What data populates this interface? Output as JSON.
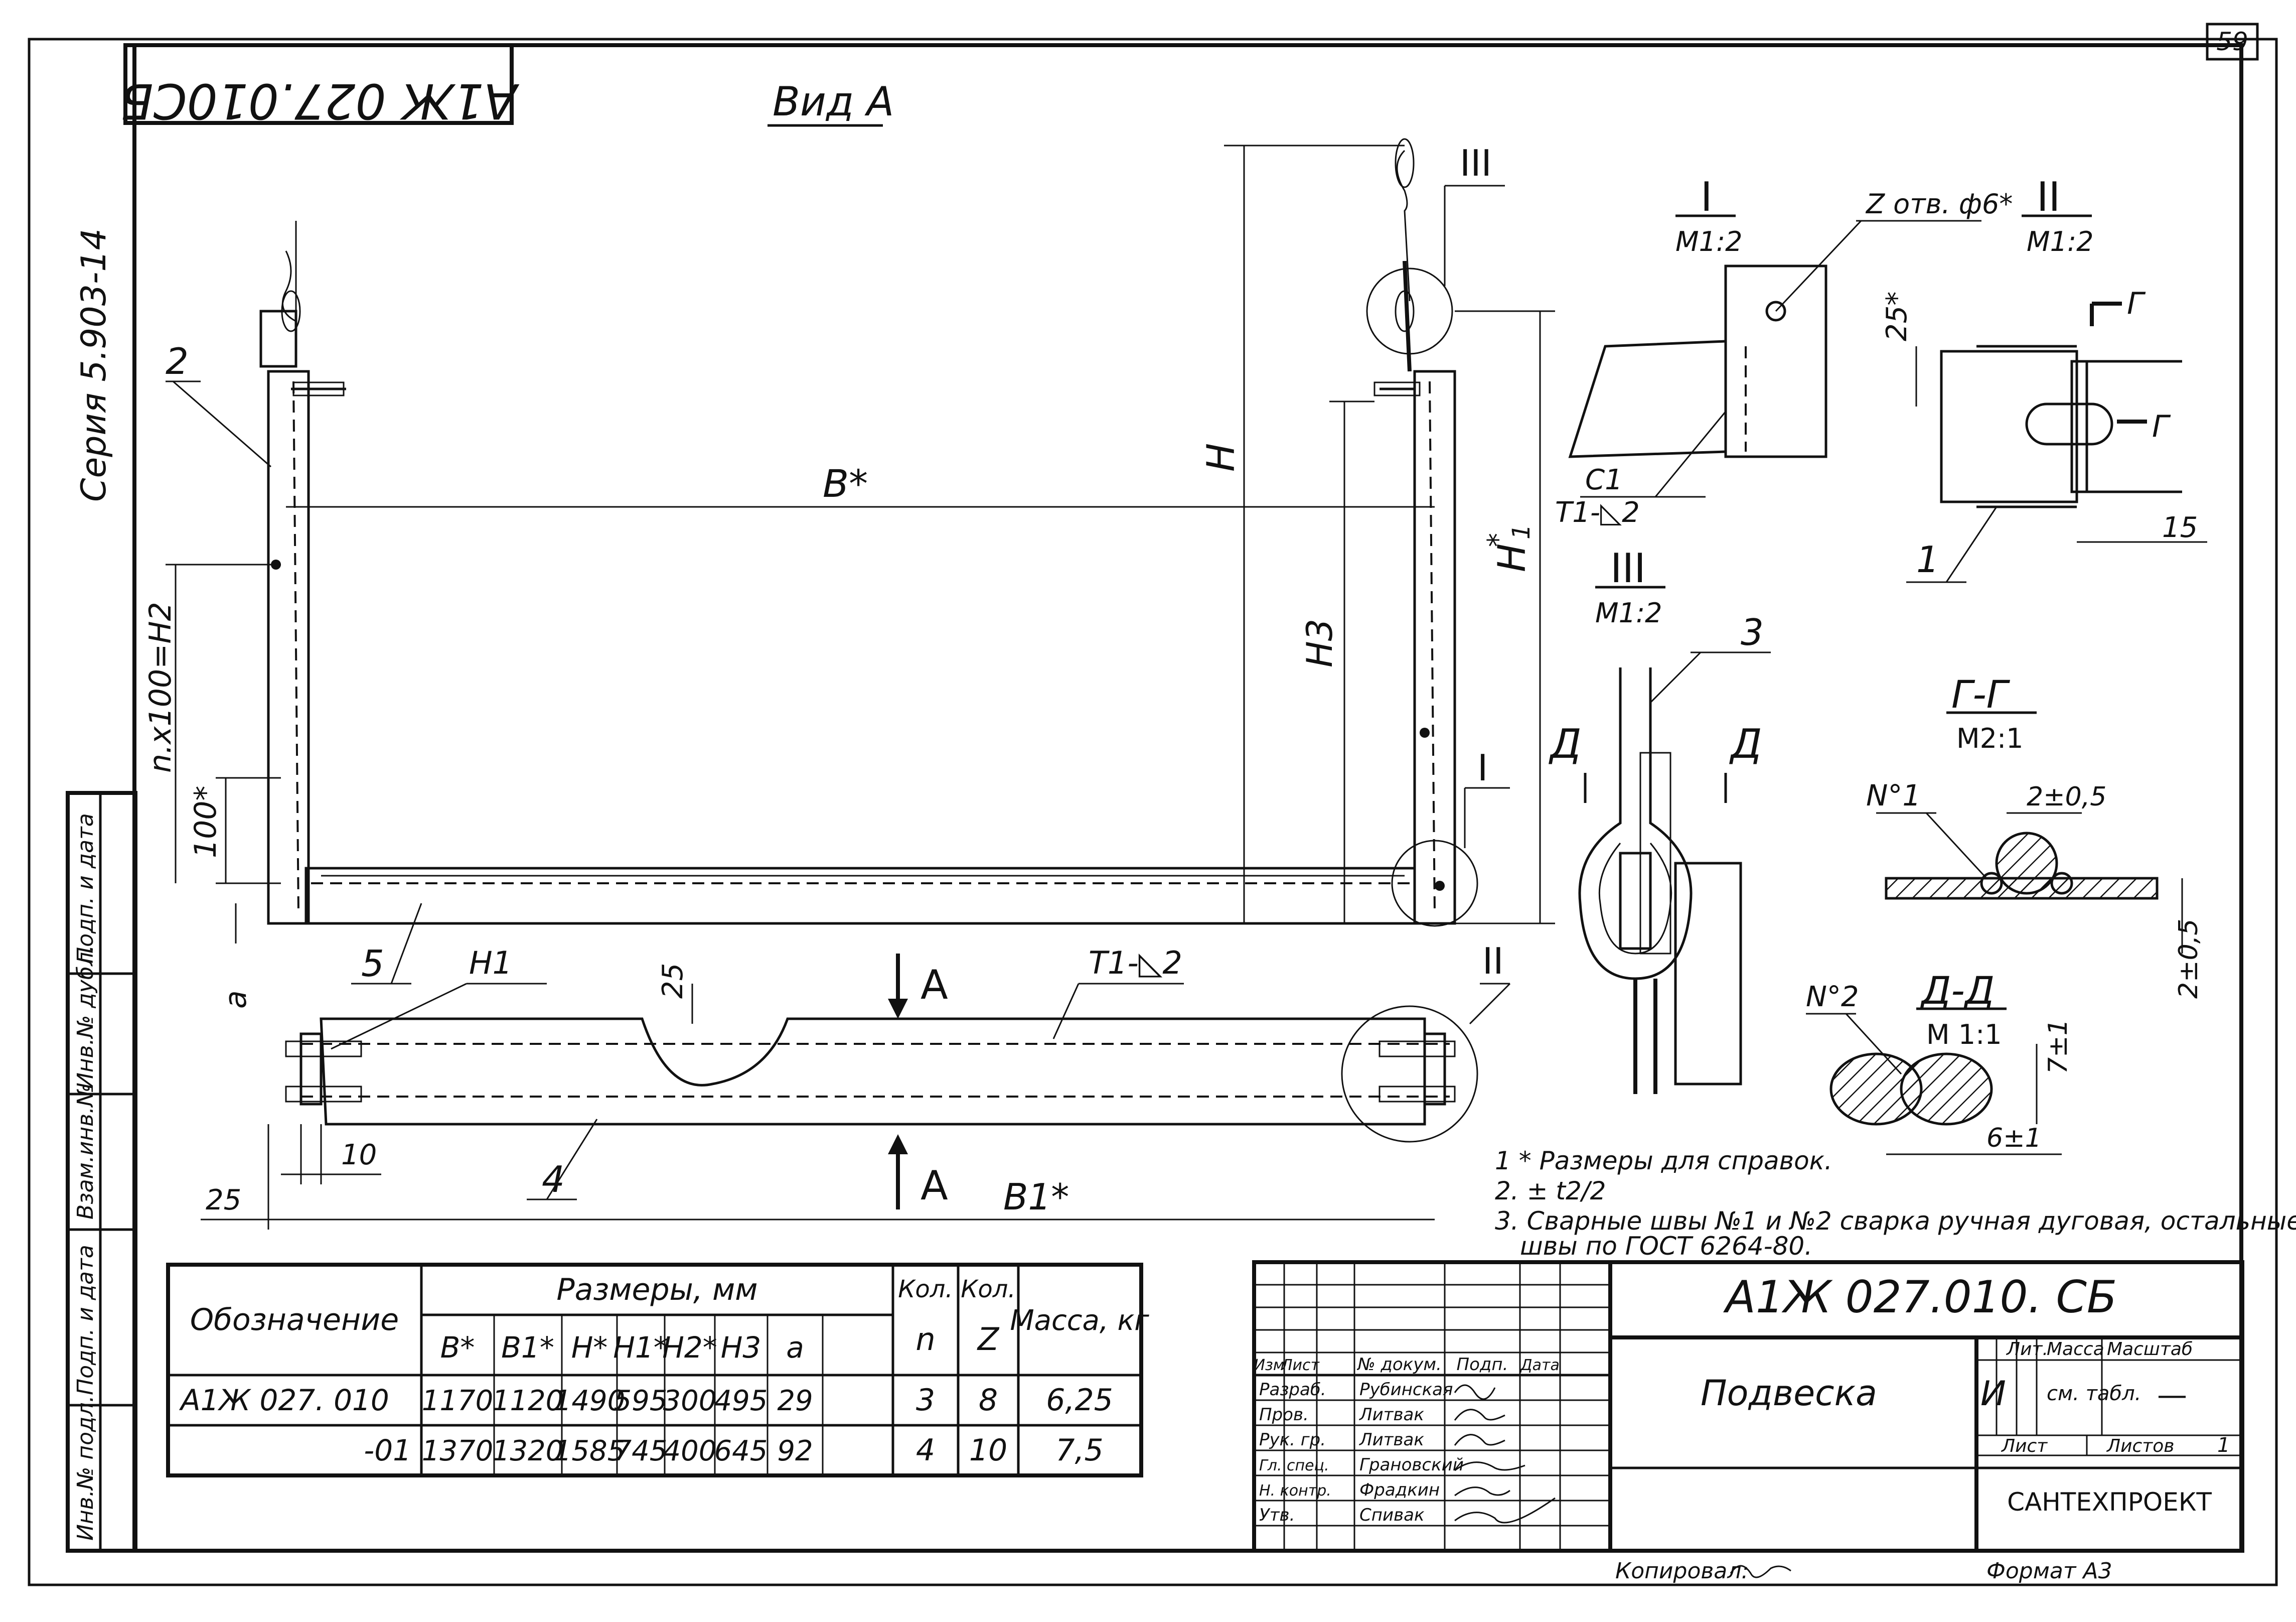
{
  "sheet_number": "59",
  "stamp_code": "А1Ж 027.010СБ",
  "series_label": "Серия 5.903-14",
  "view_a_title": "Вид А",
  "labels": {
    "H": "Н",
    "H1": "Н",
    "H1_sup": "*",
    "H1_sub": "1",
    "H3": "Н3",
    "B_star": "В*",
    "n100": "n.x100=H2",
    "s100": "100*",
    "a": "а",
    "pos1": "1",
    "pos2": "2",
    "pos3": "3",
    "pos4": "4",
    "pos5": "5",
    "roman1": "I",
    "roman2": "II",
    "roman3": "III",
    "section_A": "А",
    "dim25": "25",
    "dim10": "10",
    "dim25b": "25",
    "B1": "B1*",
    "weld_T1": "Т1-◺2",
    "weld_H1": "Н1",
    "det1_title": "I",
    "det1_scale": "М1:2",
    "det1_holes": "Z отв. ф6*",
    "det1_c1": "С1",
    "det1_weld": "Т1-◺2",
    "det2_title": "II",
    "det2_scale": "М1:2",
    "det2_25": "25*",
    "det2_15": "15",
    "det2_G": "Г",
    "det2_G2": "Г",
    "det3_title": "III",
    "det3_scale": "М1:2",
    "det3_D": "Д",
    "det3_D2": "Д",
    "secG_title": "Г-Г",
    "secG_scale": "М2:1",
    "secG_N1": "N°1",
    "secG_dim1": "2±0,5",
    "secG_dim2": "2±0,5",
    "secD_title": "Д-Д",
    "secD_scale": "М 1:1",
    "secD_N2": "N°2",
    "secD_dim1": "7±1",
    "secD_dim2": "6±1"
  },
  "notes": [
    "1 * Размеры для справок.",
    "2. ± t2/2",
    "3. Сварные швы №1 и №2 сварка ручная дуговая, остальные",
    "швы по ГОСТ 6264-80."
  ],
  "table": {
    "designation_header": "Обозначение",
    "dims_header": "Размеры, мм",
    "col_headers": [
      "В*",
      "В1*",
      "Н*",
      "Н1*",
      "Н2*",
      "Н3",
      "а"
    ],
    "kol_n_header": "Кол.",
    "kol_n_sub": "n",
    "kol_z_header": "Кол.",
    "kol_z_sub": "Z",
    "mass_header": "Масса, кг",
    "rows": [
      {
        "designation": "А1Ж 027. 010",
        "values": [
          "1170",
          "1120",
          "1490",
          "595",
          "300",
          "495",
          "29"
        ],
        "n": "3",
        "z": "8",
        "mass": "6,25"
      },
      {
        "designation": "-01",
        "values": [
          "1370",
          "1320",
          "1585",
          "745",
          "400",
          "645",
          "92"
        ],
        "n": "4",
        "z": "10",
        "mass": "7,5"
      }
    ]
  },
  "side_strip": [
    "Инв.№ подл.",
    "Подп. и дата",
    "Взам.инв.№",
    "Инв.№ дубл.",
    "Подп. и дата"
  ],
  "title_block": {
    "doc_code": "А1Ж 027.010. СБ",
    "name": "Подвеска",
    "lit_header": "Лит.",
    "mass_header": "Масса",
    "scale_header": "Масштаб",
    "lit_value": "И",
    "mass_value": "см. табл.",
    "scale_value": "—",
    "sheet_label": "Лист",
    "sheets_label": "Листов",
    "sheets_value": "1",
    "org": "САНТЕХПРОЕКТ",
    "head_cols": [
      "Изм",
      "Лист",
      "№ докум.",
      "Подп.",
      "Дата"
    ],
    "roles": [
      {
        "role": "Разраб.",
        "name": "Рубинская"
      },
      {
        "role": "Пров.",
        "name": "Литвак"
      },
      {
        "role": "Рук. гр.",
        "name": "Литвак"
      },
      {
        "role": "Гл. спец.",
        "name": "Грановский"
      },
      {
        "role": "Н. контр.",
        "name": "Фрадкин"
      },
      {
        "role": "Утв.",
        "name": "Спивак"
      }
    ]
  },
  "copied_by": "Копировал:",
  "format": "Формат А3"
}
